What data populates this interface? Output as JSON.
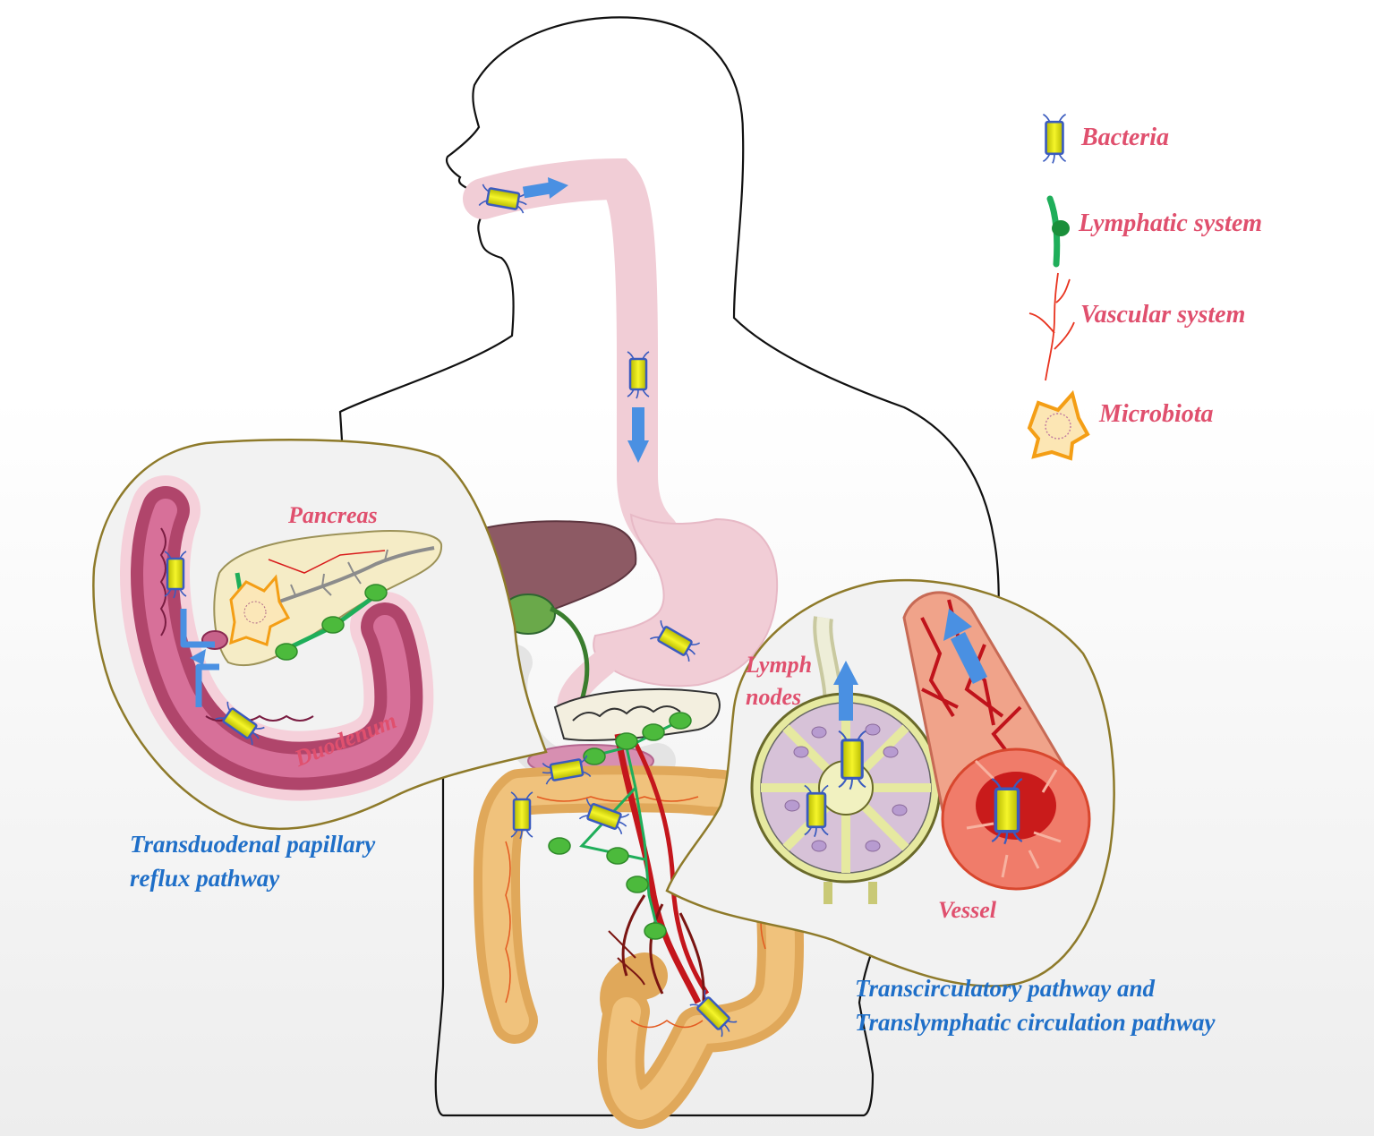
{
  "legend": {
    "bacteria": "Bacteria",
    "lymphatic": "Lymphatic system",
    "vascular": "Vascular system",
    "microbiota": "Microbiota"
  },
  "labels": {
    "pancreas": "Pancreas",
    "duodenum": "Duodenum",
    "lymph_nodes_line1": "Lymph",
    "lymph_nodes_line2": "nodes",
    "vessel": "Vessel"
  },
  "pathways": {
    "transduodenal_line1": "Transduodenal papillary",
    "transduodenal_line2": "reflux pathway",
    "transcirculatory_line1": "Transcirculatory pathway and",
    "transcirculatory_line2": "Translymphatic circulation pathway"
  },
  "colors": {
    "label_pink": "#e0506e",
    "pathway_blue": "#1f6fc8",
    "gi_tract": "#f1cdd6",
    "arrow_blue": "#4a90e2",
    "bacteria_yellow": "#e6e61a",
    "lymph_green": "#3bb54a",
    "vessel_red": "#c4161c"
  }
}
